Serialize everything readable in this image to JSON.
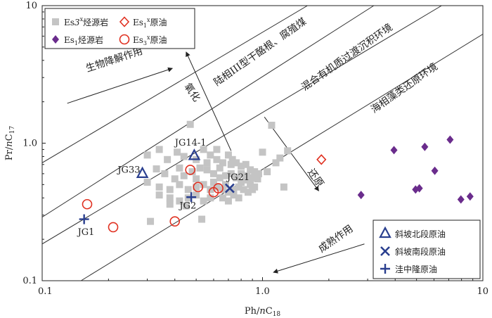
{
  "chart_data": {
    "type": "scatter",
    "x_axis": {
      "label_main": "Ph/",
      "label_italic": "n",
      "label_rest": "C",
      "label_sub": "18",
      "scale": "log",
      "range": [
        0.1,
        10
      ],
      "ticks": [
        "0.1",
        "1.0",
        "10"
      ]
    },
    "y_axis": {
      "label_main": "Pr/",
      "label_italic": "n",
      "label_rest": "C",
      "label_sub": "17",
      "scale": "log",
      "range": [
        0.1,
        10
      ],
      "ticks": [
        "0.1",
        "1.0",
        "10"
      ]
    },
    "grid": false,
    "legend_top": {
      "placement": "top-left",
      "entries": [
        {
          "pre": "Es",
          "italic": "3",
          "sup": "x",
          "post": "烃源岩",
          "marker": "gray-square"
        },
        {
          "pre": "Es",
          "italic": "",
          "sup": "",
          "post": "",
          "marker": "red-diamond",
          "sub": "1",
          "sup2": "x",
          "post2": "原油"
        },
        {
          "pre": "Es",
          "italic": "",
          "sup": "",
          "post": "",
          "marker": "purple-diamond",
          "sub": "1",
          "sup2": "",
          "post2": "烃源岩"
        },
        {
          "pre": "Es",
          "italic": "",
          "sup": "",
          "post": "",
          "marker": "red-circle",
          "sub": "3",
          "sup2": "x",
          "post2": "原油"
        }
      ]
    },
    "legend_bottom": {
      "placement": "bottom-right",
      "entries": [
        {
          "text": "斜坡北段原油",
          "marker": "blue-triangle"
        },
        {
          "text": "斜坡南段原油",
          "marker": "blue-x"
        },
        {
          "text": "洼中隆原油",
          "marker": "blue-plus"
        }
      ]
    },
    "zone_labels": [
      {
        "text": "生物降解作用",
        "x": 0.16,
        "y": 3.3,
        "angle": -18
      },
      {
        "text": "氧化",
        "x": 0.44,
        "y": 2.6,
        "angle": 55
      },
      {
        "text": "陆相III型干酪根、腐殖煤",
        "x": 0.62,
        "y": 2.6,
        "angle": -35
      },
      {
        "text": "混合有机质过渡沉积环境",
        "x": 1.55,
        "y": 2.4,
        "angle": -35
      },
      {
        "text": "海相藻类还原环境",
        "x": 3.2,
        "y": 1.65,
        "angle": -35
      },
      {
        "text": "还原",
        "x": 1.6,
        "y": 0.62,
        "angle": 55
      },
      {
        "text": "成熟作用",
        "x": 1.85,
        "y": 0.16,
        "angle": -35
      }
    ],
    "arrows": [
      {
        "name": "biodegradation",
        "from": [
          0.13,
          1.95
        ],
        "to": [
          0.39,
          3.5
        ]
      },
      {
        "name": "oxidation",
        "from": [
          0.72,
          0.88
        ],
        "to": [
          0.45,
          4.6
        ]
      },
      {
        "name": "reduction",
        "from": [
          1.02,
          1.55
        ],
        "to": [
          1.8,
          0.45
        ]
      },
      {
        "name": "maturation",
        "from": [
          2.9,
          0.185
        ],
        "to": [
          1.12,
          0.115
        ]
      }
    ],
    "lines": [
      {
        "x": [
          0.1,
          1.6
        ],
        "y": [
          0.72,
          10
        ]
      },
      {
        "x": [
          0.1,
          3.2
        ],
        "y": [
          0.29,
          10
        ]
      },
      {
        "x": [
          0.1,
          6.5
        ],
        "y": [
          0.185,
          10
        ]
      },
      {
        "x": [
          0.15,
          10
        ],
        "y": [
          0.1,
          6.2
        ]
      }
    ],
    "series": [
      {
        "name": "Es3x烃源岩",
        "marker": "gray-square",
        "points": [
          [
            0.47,
            1.37
          ],
          [
            0.3,
            0.82
          ],
          [
            0.34,
            0.9
          ],
          [
            0.37,
            0.76
          ],
          [
            0.41,
            0.86
          ],
          [
            0.44,
            0.8
          ],
          [
            0.5,
            0.76
          ],
          [
            0.54,
            0.9
          ],
          [
            0.58,
            0.82
          ],
          [
            0.62,
            0.76
          ],
          [
            0.66,
            0.72
          ],
          [
            0.7,
            0.82
          ],
          [
            0.73,
            0.76
          ],
          [
            0.76,
            0.72
          ],
          [
            0.8,
            0.68
          ],
          [
            0.84,
            0.7
          ],
          [
            0.88,
            0.64
          ],
          [
            0.92,
            0.62
          ],
          [
            0.96,
            0.6
          ],
          [
            0.33,
            0.65
          ],
          [
            0.36,
            0.6
          ],
          [
            0.4,
            0.55
          ],
          [
            0.44,
            0.58
          ],
          [
            0.48,
            0.62
          ],
          [
            0.52,
            0.66
          ],
          [
            0.56,
            0.64
          ],
          [
            0.6,
            0.6
          ],
          [
            0.64,
            0.56
          ],
          [
            0.68,
            0.58
          ],
          [
            0.72,
            0.6
          ],
          [
            0.76,
            0.56
          ],
          [
            0.8,
            0.52
          ],
          [
            0.84,
            0.54
          ],
          [
            0.88,
            0.5
          ],
          [
            0.92,
            0.48
          ],
          [
            0.3,
            0.52
          ],
          [
            0.34,
            0.48
          ],
          [
            0.38,
            0.46
          ],
          [
            0.42,
            0.5
          ],
          [
            0.46,
            0.46
          ],
          [
            0.5,
            0.48
          ],
          [
            0.54,
            0.5
          ],
          [
            0.58,
            0.46
          ],
          [
            0.62,
            0.48
          ],
          [
            0.66,
            0.46
          ],
          [
            0.7,
            0.44
          ],
          [
            0.74,
            0.46
          ],
          [
            0.78,
            0.48
          ],
          [
            0.82,
            0.46
          ],
          [
            0.86,
            0.44
          ],
          [
            0.9,
            0.46
          ],
          [
            0.34,
            0.42
          ],
          [
            0.38,
            0.4
          ],
          [
            0.42,
            0.38
          ],
          [
            0.46,
            0.4
          ],
          [
            0.5,
            0.42
          ],
          [
            0.54,
            0.38
          ],
          [
            0.58,
            0.4
          ],
          [
            0.66,
            0.4
          ],
          [
            0.7,
            0.38
          ],
          [
            0.74,
            0.42
          ],
          [
            0.78,
            0.4
          ],
          [
            0.38,
            0.36
          ],
          [
            0.45,
            0.35
          ],
          [
            0.72,
            0.7
          ],
          [
            0.56,
            0.72
          ],
          [
            0.64,
            0.66
          ],
          [
            0.42,
            0.66
          ],
          [
            0.5,
            0.55
          ],
          [
            0.6,
            0.52
          ],
          [
            0.68,
            0.5
          ],
          [
            0.31,
            0.27
          ],
          [
            0.53,
            0.28
          ],
          [
            0.62,
            0.9
          ],
          [
            1.1,
            1.35
          ],
          [
            1.15,
            0.72
          ],
          [
            1.2,
            0.78
          ],
          [
            1.25,
            0.48
          ],
          [
            1.3,
            0.88
          ],
          [
            1.0,
            0.86
          ],
          [
            1.05,
            0.62
          ],
          [
            0.95,
            0.55
          ],
          [
            0.85,
            0.58
          ],
          [
            0.9,
            0.56
          ],
          [
            0.8,
            0.6
          ]
        ]
      },
      {
        "name": "Es1x原油",
        "marker": "red-diamond",
        "points": [
          [
            1.85,
            0.76
          ]
        ]
      },
      {
        "name": "Es1烃源岩",
        "marker": "purple-diamond",
        "points": [
          [
            2.8,
            0.42
          ],
          [
            3.95,
            0.89
          ],
          [
            4.95,
            0.46
          ],
          [
            5.15,
            0.47
          ],
          [
            5.45,
            0.94
          ],
          [
            6.05,
            0.63
          ],
          [
            7.1,
            1.06
          ],
          [
            7.95,
            0.39
          ],
          [
            8.75,
            0.41
          ]
        ]
      },
      {
        "name": "Es3x原油",
        "marker": "red-circle",
        "points": [
          [
            0.16,
            0.36
          ],
          [
            0.21,
            0.245
          ],
          [
            0.4,
            0.27
          ],
          [
            0.47,
            0.64
          ],
          [
            0.51,
            0.48
          ],
          [
            0.6,
            0.44
          ],
          [
            0.63,
            0.47
          ]
        ]
      },
      {
        "name": "斜坡北段原油",
        "marker": "blue-triangle",
        "points": [
          [
            0.285,
            0.6
          ],
          [
            0.49,
            0.81
          ]
        ]
      },
      {
        "name": "斜坡南段原油",
        "marker": "blue-x",
        "points": [
          [
            0.71,
            0.47
          ]
        ]
      },
      {
        "name": "洼中隆原油",
        "marker": "blue-plus",
        "points": [
          [
            0.155,
            0.28
          ],
          [
            0.475,
            0.405
          ]
        ]
      }
    ],
    "point_labels": [
      {
        "text": "JG1",
        "x": 0.145,
        "y": 0.215
      },
      {
        "text": "JG33",
        "x": 0.22,
        "y": 0.61
      },
      {
        "text": "JG14-1",
        "x": 0.4,
        "y": 0.96
      },
      {
        "text": "JG2",
        "x": 0.42,
        "y": 0.335
      },
      {
        "text": "JG21",
        "x": 0.69,
        "y": 0.54
      }
    ]
  }
}
